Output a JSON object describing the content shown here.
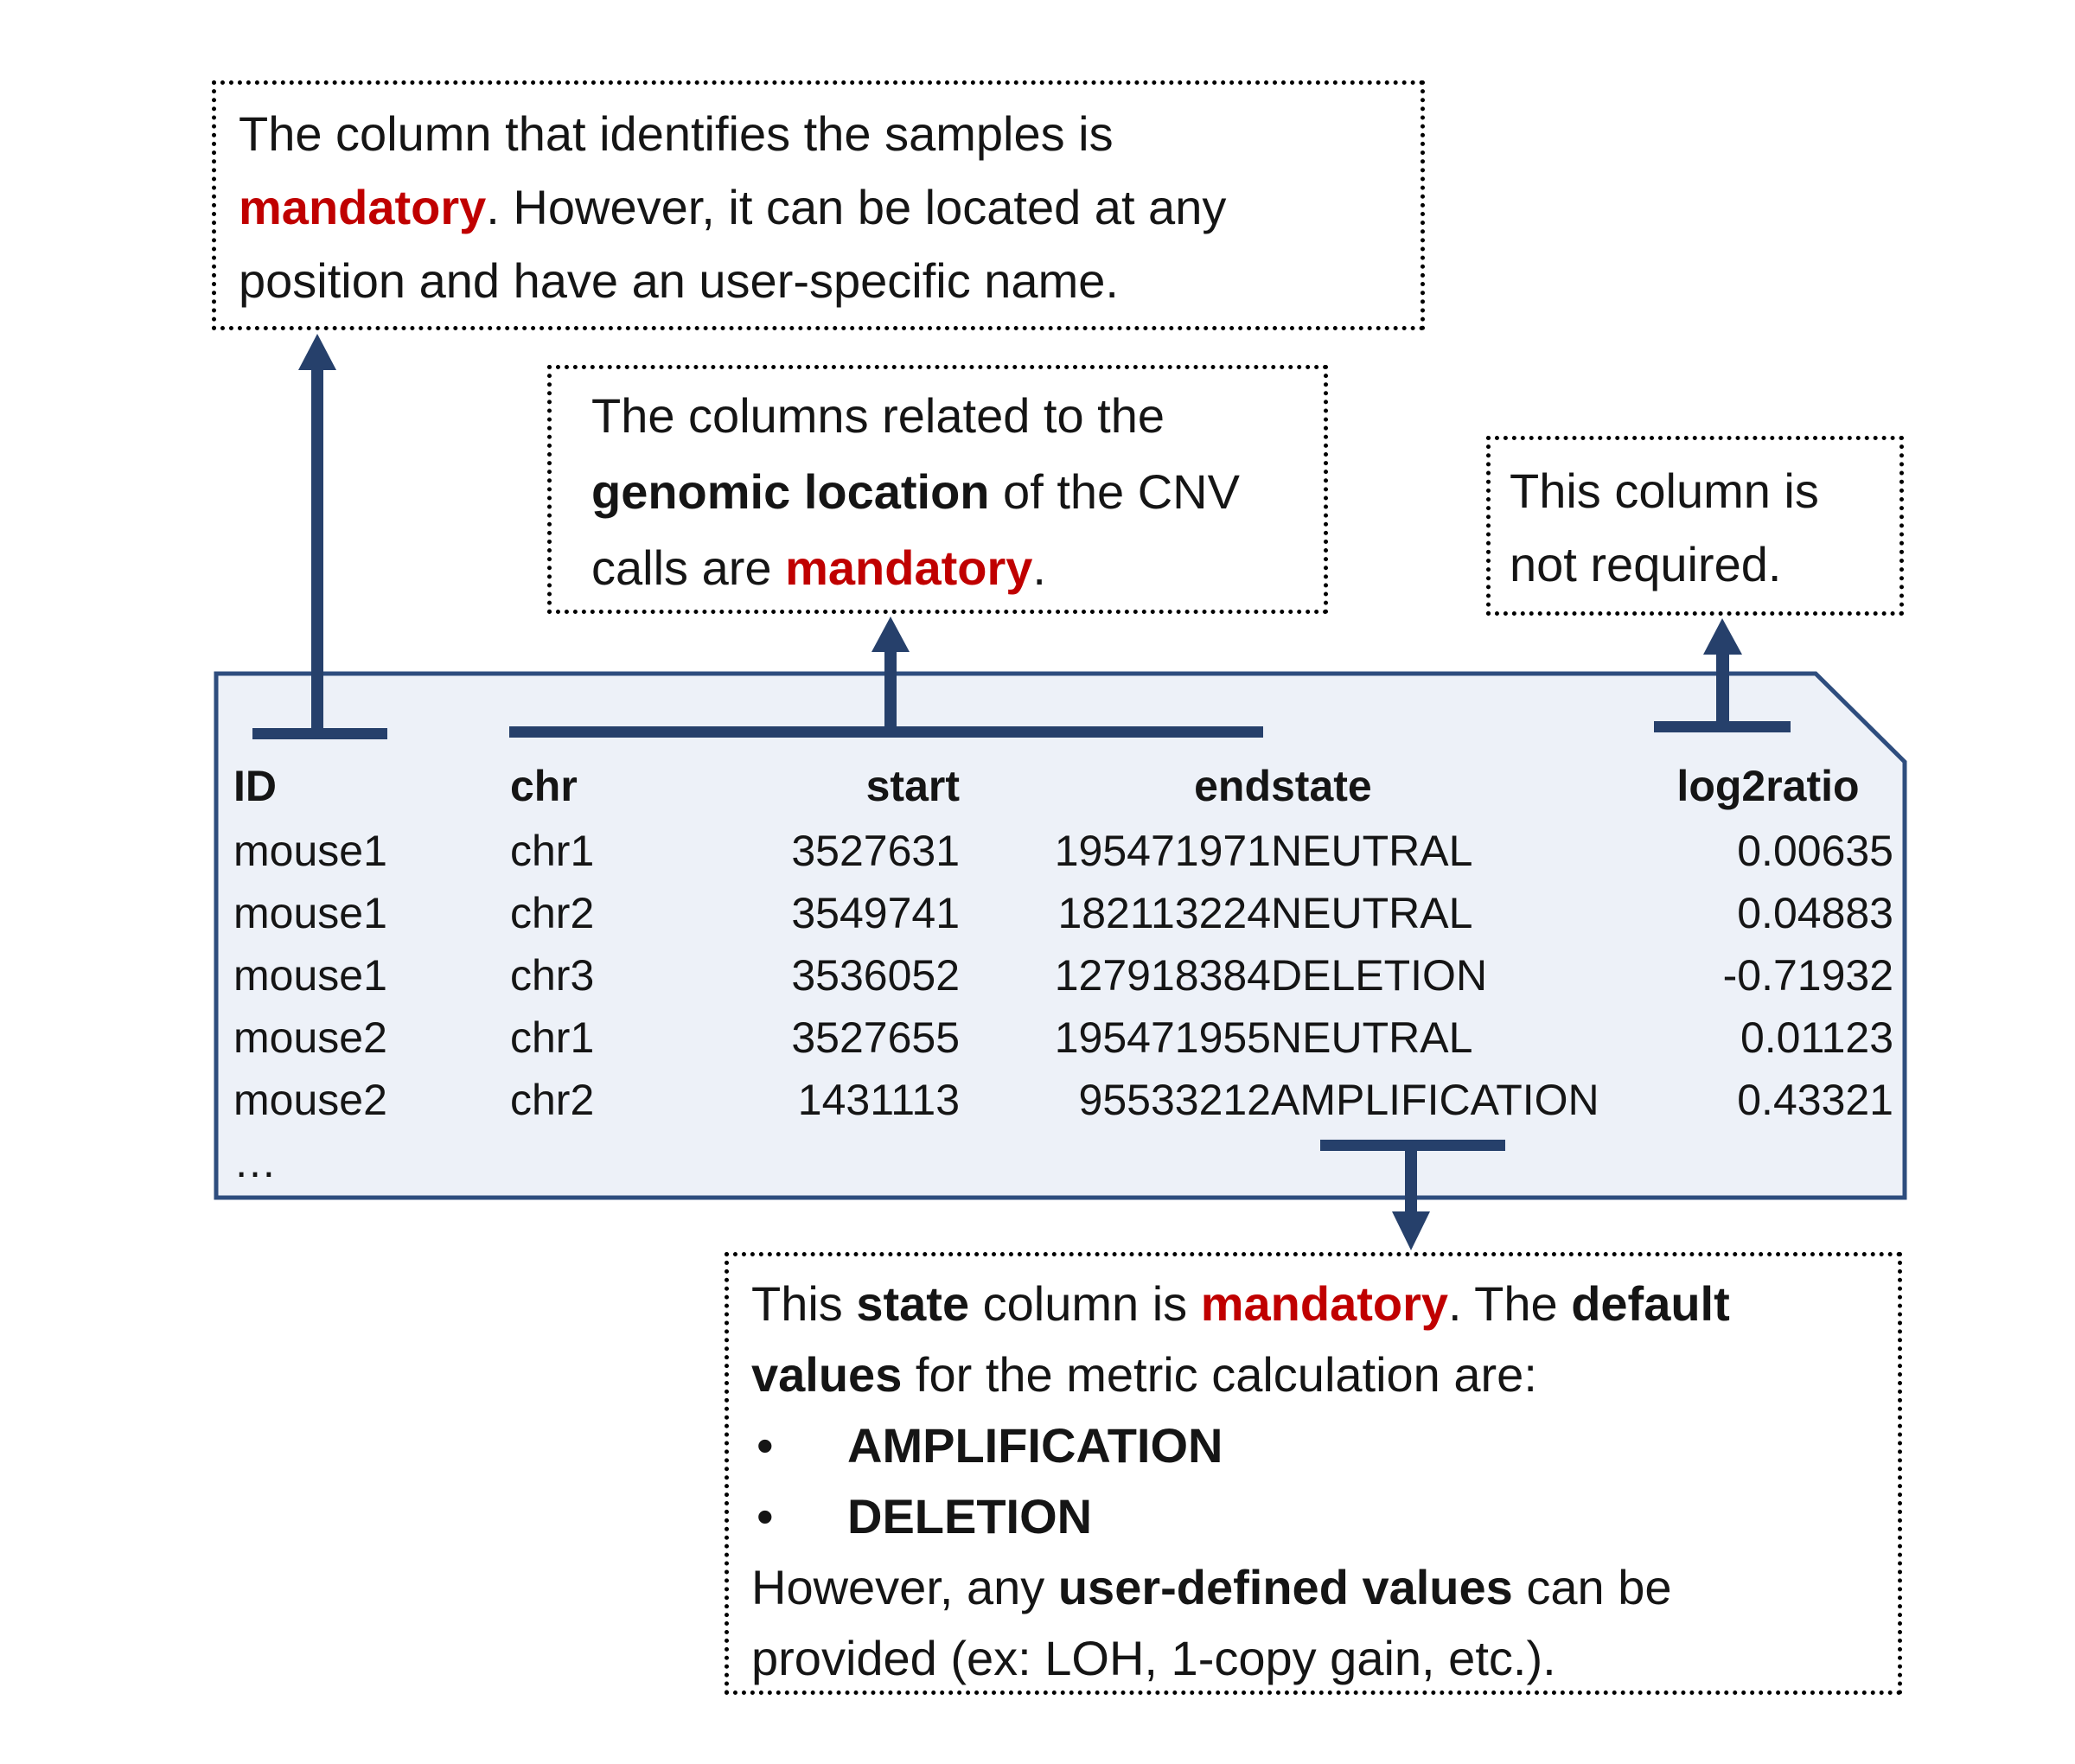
{
  "colors": {
    "arrow_navy": "#26406b",
    "sheet_border": "#2e4d7e",
    "sheet_fill": "#edf1f8",
    "mandatory_red": "#c00000",
    "text_black": "#151515",
    "note_border": "#000000"
  },
  "notes": {
    "sample_id": {
      "lines": [
        [
          {
            "t": "The column that identifies the samples is"
          }
        ],
        [
          {
            "t": "mandatory",
            "b": true,
            "r": true
          },
          {
            "t": ". However, it can be located at any"
          }
        ],
        [
          {
            "t": "position and have an user-specific name."
          }
        ]
      ]
    },
    "genomic_location": {
      "lines": [
        [
          {
            "t": "The columns related to the"
          }
        ],
        [
          {
            "t": "genomic location",
            "b": true
          },
          {
            "t": " of the CNV"
          }
        ],
        [
          {
            "t": "calls are "
          },
          {
            "t": "mandatory",
            "b": true,
            "r": true
          },
          {
            "t": "."
          }
        ]
      ]
    },
    "not_required": {
      "lines": [
        [
          {
            "t": "This column is"
          }
        ],
        [
          {
            "t": "not required."
          }
        ]
      ]
    },
    "state": {
      "lines": [
        [
          {
            "t": "This "
          },
          {
            "t": "state",
            "b": true
          },
          {
            "t": " column is "
          },
          {
            "t": "mandatory",
            "b": true,
            "r": true
          },
          {
            "t": ". The "
          },
          {
            "t": "default",
            "b": true
          }
        ],
        [
          {
            "t": "values",
            "b": true
          },
          {
            "t": " for the metric calculation are:"
          }
        ],
        [
          {
            "t": "•",
            "bullet": true
          },
          {
            "t": "AMPLIFICATION",
            "b": true
          }
        ],
        [
          {
            "t": "•",
            "bullet": true
          },
          {
            "t": "DELETION",
            "b": true
          }
        ],
        [
          {
            "t": "However, any "
          },
          {
            "t": "user-defined values",
            "b": true
          },
          {
            "t": " can be"
          }
        ],
        [
          {
            "t": "provided (ex: LOH, 1-copy gain, etc.)."
          }
        ]
      ]
    }
  },
  "table": {
    "headers": [
      "ID",
      "chr",
      "start",
      "end",
      "state",
      "log2ratio"
    ],
    "rows": [
      [
        "mouse1",
        "chr1",
        "3527631",
        "195471971",
        "NEUTRAL",
        "0.00635"
      ],
      [
        "mouse1",
        "chr2",
        "3549741",
        "182113224",
        "NEUTRAL",
        "0.04883"
      ],
      [
        "mouse1",
        "chr3",
        "3536052",
        "127918384",
        "DELETION",
        "-0.71932"
      ],
      [
        "mouse2",
        "chr1",
        "3527655",
        "195471955",
        "NEUTRAL",
        "0.01123"
      ],
      [
        "mouse2",
        "chr2",
        "1431113",
        "95533212",
        "AMPLIFICATION",
        "0.43321"
      ]
    ],
    "ellipsis": "…"
  }
}
